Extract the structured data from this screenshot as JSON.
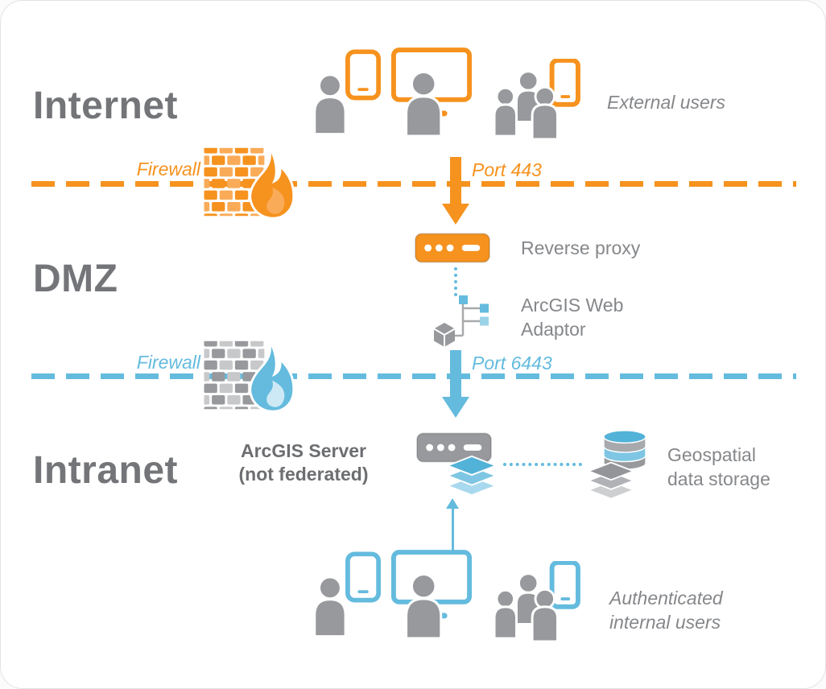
{
  "colors": {
    "orange": "#F6921E",
    "orange_light": "#F9AB58",
    "blue": "#64BBDE",
    "blue_light": "#9AD2E8",
    "gray_text": "#85878A",
    "gray_dark": "#6D6E71",
    "gray_icon": "#97999C",
    "gray_light": "#C7C8CA"
  },
  "zones": {
    "internet": "Internet",
    "dmz": "DMZ",
    "intranet": "Intranet"
  },
  "firewall_top": {
    "label": "Firewall",
    "port": "Port 443"
  },
  "firewall_bottom": {
    "label": "Firewall",
    "port": "Port 6443"
  },
  "nodes": {
    "external_users": "External users",
    "reverse_proxy": "Reverse proxy",
    "web_adaptor_line1": "ArcGIS Web",
    "web_adaptor_line2": "Adaptor",
    "server_line1": "ArcGIS Server",
    "server_line2": "(not federated)",
    "storage_line1": "Geospatial",
    "storage_line2": "data storage",
    "internal_users_line1": "Authenticated",
    "internal_users_line2": "internal users"
  },
  "icons": {
    "person-tablet": "person silhouette with tablet device",
    "person-monitor": "person silhouette with desktop monitor",
    "people-phone": "group of people with mobile phone",
    "firewall": "brick wall with flame",
    "reverse-proxy": "server box with indicator dots",
    "web-adaptor": "network node tree with cube",
    "arcgis-server": "server box with blue layer stack",
    "geospatial-storage": "database cylinder with gray layer stack"
  }
}
